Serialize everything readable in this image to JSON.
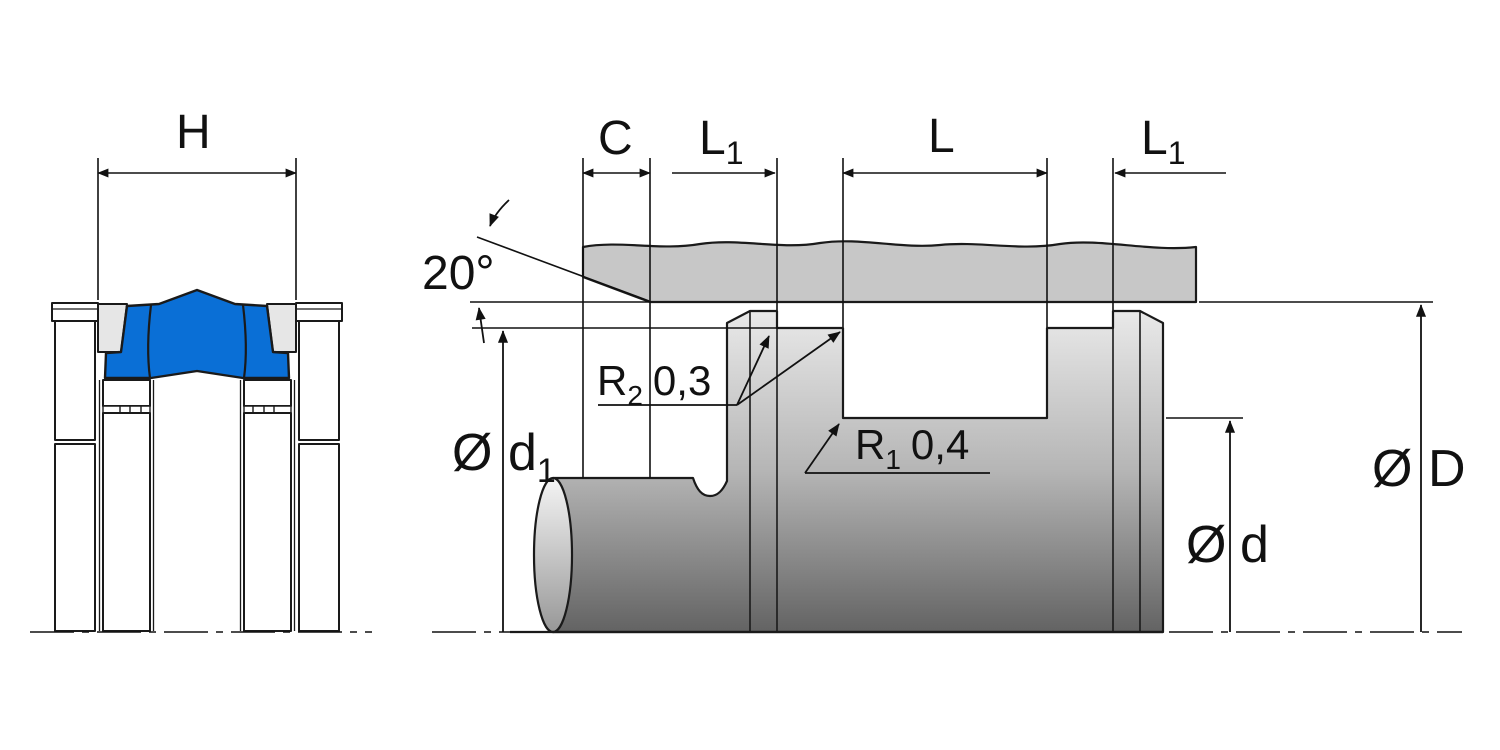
{
  "drawing": {
    "type": "seal-installation-technical-drawing",
    "views": [
      "seal-cross-section",
      "shaft-groove-installation"
    ]
  },
  "colors": {
    "seal_blue": "#0A6FD6",
    "housing_gray": "#C7C7C7",
    "backup_gray": "#E6E6E6",
    "outline": "#1A1A1A"
  },
  "left_view": {
    "dim_height": {
      "label": "H"
    }
  },
  "right_view": {
    "dim_chamfer": {
      "label": "C"
    },
    "dim_l1_left": {
      "base": "L",
      "sub": "1"
    },
    "dim_groove_width": {
      "label": "L"
    },
    "dim_l1_right": {
      "base": "L",
      "sub": "1"
    },
    "chamfer_angle": {
      "label": "20°"
    },
    "radius_r2": {
      "base": "R",
      "sub": "2",
      "value": "0,3"
    },
    "radius_r1": {
      "base": "R",
      "sub": "1",
      "value": "0,4"
    },
    "dia_d1": {
      "prefix": "Ø",
      "base": "d",
      "sub": "1"
    },
    "dia_d": {
      "prefix": "Ø",
      "base": "d"
    },
    "dia_D": {
      "prefix": "Ø",
      "base": "D"
    }
  }
}
